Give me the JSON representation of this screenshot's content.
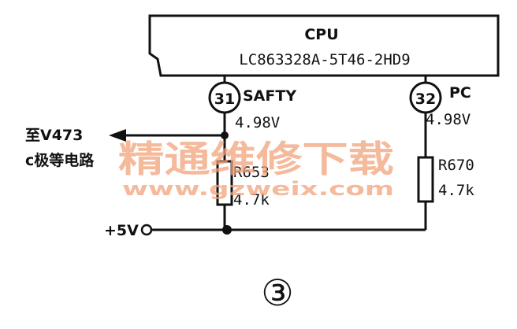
{
  "cpu": {
    "label": "CPU",
    "part_number": "LC863328A-5T46-2HD9"
  },
  "pins": [
    {
      "number": "31",
      "name": "SAFTY",
      "voltage": "4.98V"
    },
    {
      "number": "32",
      "name": "PC",
      "voltage": "4.98V"
    }
  ],
  "resistors": [
    {
      "ref": "R653",
      "value": "4.7k"
    },
    {
      "ref": "R670",
      "value": "4.7k"
    }
  ],
  "supply_label": "+5V",
  "output_label_line1": "至V473",
  "output_label_line2": "c极等电路",
  "figure_number": "③",
  "watermark": {
    "text": "精通维修下载",
    "url": "www.gzweix.com"
  }
}
